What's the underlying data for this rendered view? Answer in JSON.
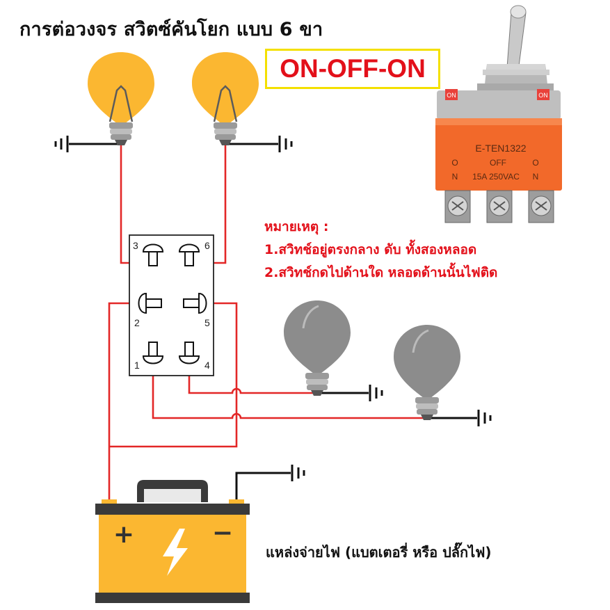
{
  "title": "การต่อวงจร สวิตซ์คันโยก แบบ 6 ขา",
  "mode_label": "ON-OFF-ON",
  "switch_photo": {
    "model": "E-TEN1322",
    "center_mark": "OFF",
    "side_mark_top": "O",
    "side_mark_bottom": "N",
    "rating": "15A 250VAC",
    "lever_cap_text": "ON"
  },
  "notes": {
    "heading": "หมายเหตุ :",
    "items": [
      "1.สวิทช์อยู่ตรงกลาง ดับ ทั้งสองหลอด",
      "2.สวิทช์กดไปด้านใด หลอดด้านนั้นไฟติด"
    ]
  },
  "terminals": [
    "1",
    "2",
    "3",
    "4",
    "5",
    "6"
  ],
  "battery": {
    "plus": "+",
    "minus": "−"
  },
  "supply_label": "แหล่งจ่ายไฟ (แบตเตอรี่ หรือ ปลั๊กไฟ)",
  "colors": {
    "wire_red": "#e32727",
    "wire_black": "#111111",
    "bulb_on": "#fbb731",
    "bulb_off": "#8c8c8c",
    "battery": "#fbb731",
    "switch_body": "#f2692a",
    "text_red": "#e3101a",
    "highlight_box": "#f4e000"
  }
}
